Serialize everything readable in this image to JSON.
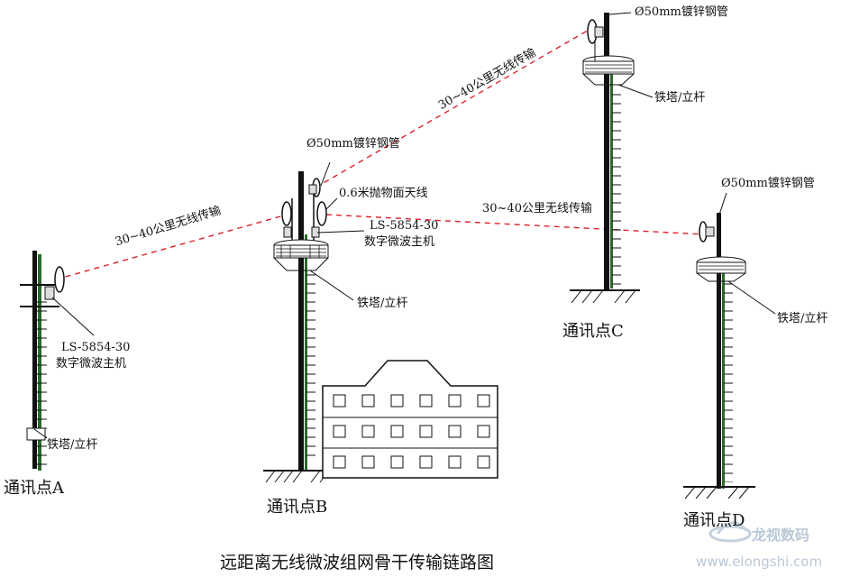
{
  "diagram": {
    "title": "远距离无线微波组网骨干传输链路图",
    "sites": [
      {
        "id": "A",
        "label": "通讯点A",
        "tower_label": "铁塔/立杆",
        "host_label_line1": "LS-5854-30",
        "host_label_line2": "数字微波主机"
      },
      {
        "id": "B",
        "label": "通讯点B",
        "tower_label": "铁塔/立杆",
        "pipe_label": "Ø50mm镀锌钢管",
        "antenna_label": "0.6米抛物面天线",
        "host_label_line1": "LS-5854-30",
        "host_label_line2": "数字微波主机"
      },
      {
        "id": "C",
        "label": "通讯点C",
        "tower_label": "铁塔/立杆",
        "pipe_label": "Ø50mm镀锌钢管"
      },
      {
        "id": "D",
        "label": "通讯点D",
        "tower_label": "铁塔/立杆",
        "pipe_label": "Ø50mm镀锌钢管"
      }
    ],
    "links": [
      {
        "from": "A",
        "to": "B",
        "label": "30~40公里无线传输"
      },
      {
        "from": "B",
        "to": "C",
        "label": "30~40公里无线传输"
      },
      {
        "from": "B",
        "to": "D",
        "label": "30~40公里无线传输"
      }
    ],
    "link_color": "#e0202a"
  },
  "watermark": {
    "brand": "龙视数码",
    "url": "www.elongshi.com"
  }
}
